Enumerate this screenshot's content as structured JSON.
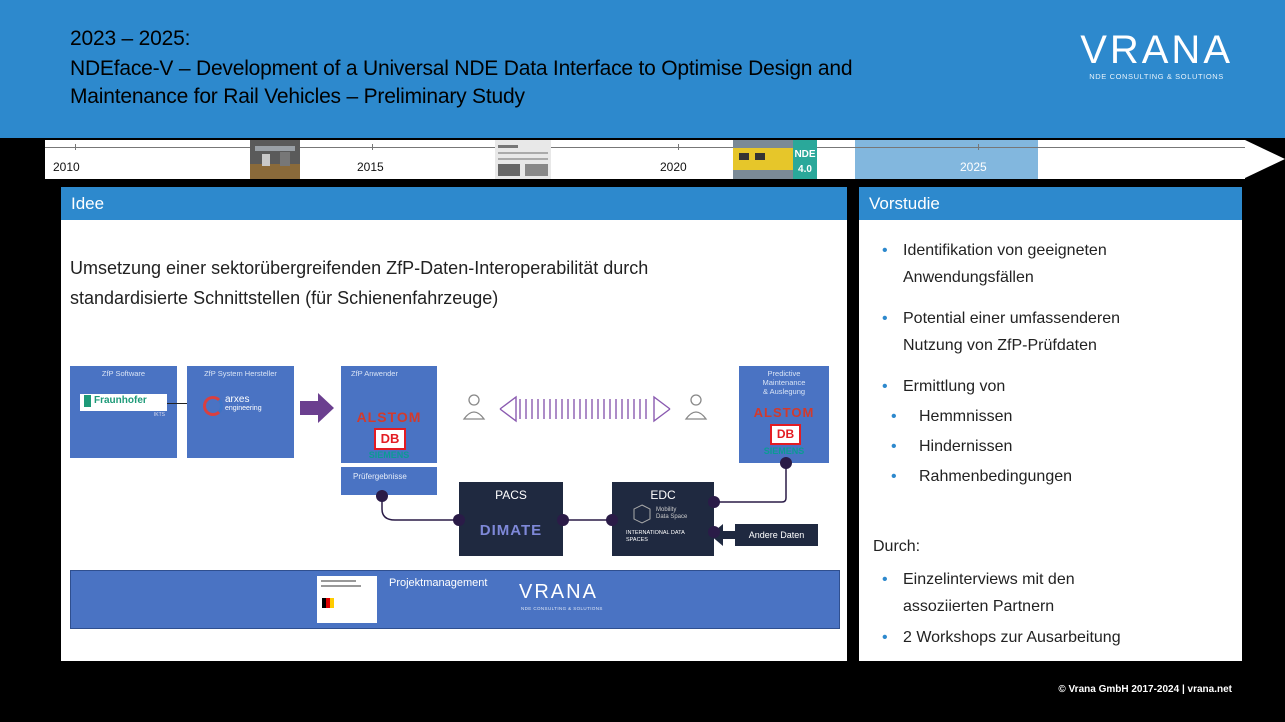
{
  "header": {
    "title_line1": "2023 – 2025:",
    "title_line2": "NDEface-V – Development of a Universal NDE Data Interface to Optimise Design and",
    "title_line3": "Maintenance for Rail Vehicles – Preliminary Study",
    "logo_text": "VRANA",
    "logo_subtext": "NDE CONSULTING & SOLUTIONS"
  },
  "timeline": {
    "years": [
      "2010",
      "2015",
      "2020",
      "2025"
    ],
    "highlighted_year": "2025",
    "thumb_badge": "NDE 4.0"
  },
  "idee": {
    "heading": "Idee",
    "text_line1": "Umsetzung einer sektorübergreifenden ZfP-Daten-Interoperabilität durch",
    "text_line2": "standardisierte Schnittstellen (für Schienenfahrzeuge)",
    "diagram": {
      "software_title": "ZfP Software",
      "software_logo": "Fraunhofer",
      "software_sub": "IKTS",
      "hersteller_title": "ZfP System Hersteller",
      "hersteller_logo": "arxes",
      "hersteller_sub": "engineering",
      "anwender_title": "ZfP Anwender",
      "anwender_logo1": "ALSTOM",
      "anwender_logo2": "DB",
      "anwender_logo3": "SIEMENS",
      "pruef_label": "Prüfergebnisse",
      "predictive_title_1": "Predictive",
      "predictive_title_2": "Maintenance",
      "predictive_title_3": "& Auslegung",
      "predictive_logo1": "ALSTOM",
      "predictive_logo2": "DB",
      "predictive_logo3": "SIEMENS",
      "pacs_label": "PACS",
      "pacs_logo": "DIMATE",
      "edc_label": "EDC",
      "edc_sub1": "Mobility",
      "edc_sub2": "Data Space",
      "edc_sub3": "INTERNATIONAL DATA",
      "edc_sub4": "SPACES",
      "andere_label": "Andere Daten",
      "pm_label": "Projektmanagement",
      "pm_logo": "VRANA",
      "pm_logo_sub": "NDE CONSULTING & SOLUTIONS"
    }
  },
  "vorstudie": {
    "heading": "Vorstudie",
    "items": [
      {
        "level": 1,
        "text": "Identifikation von geeigneten"
      },
      {
        "level": 0,
        "text": "Anwendungsfällen"
      },
      {
        "level": 1,
        "text": "Potential einer umfassenderen"
      },
      {
        "level": 0,
        "text": "Nutzung von ZfP-Prüfdaten"
      },
      {
        "level": 1,
        "text": "Ermittlung von"
      },
      {
        "level": 2,
        "text": "Hemmnissen"
      },
      {
        "level": 2,
        "text": "Hindernissen"
      },
      {
        "level": 2,
        "text": "Rahmenbedingungen"
      }
    ],
    "durch_label": "Durch:",
    "durch_items": [
      {
        "level": 1,
        "text": "Einzelinterviews mit den"
      },
      {
        "level": 0,
        "text": "assoziierten Partnern"
      },
      {
        "level": 1,
        "text": "2 Workshops zur Ausarbeitung"
      }
    ]
  },
  "footer": {
    "copyright": "© Vrana GmbH 2017-2024 | vrana.net"
  },
  "colors": {
    "header_blue": "#2d89cd",
    "diagram_blue": "#4a73c3",
    "dark_box": "#1f2940",
    "purple": "#6b3f8f"
  }
}
